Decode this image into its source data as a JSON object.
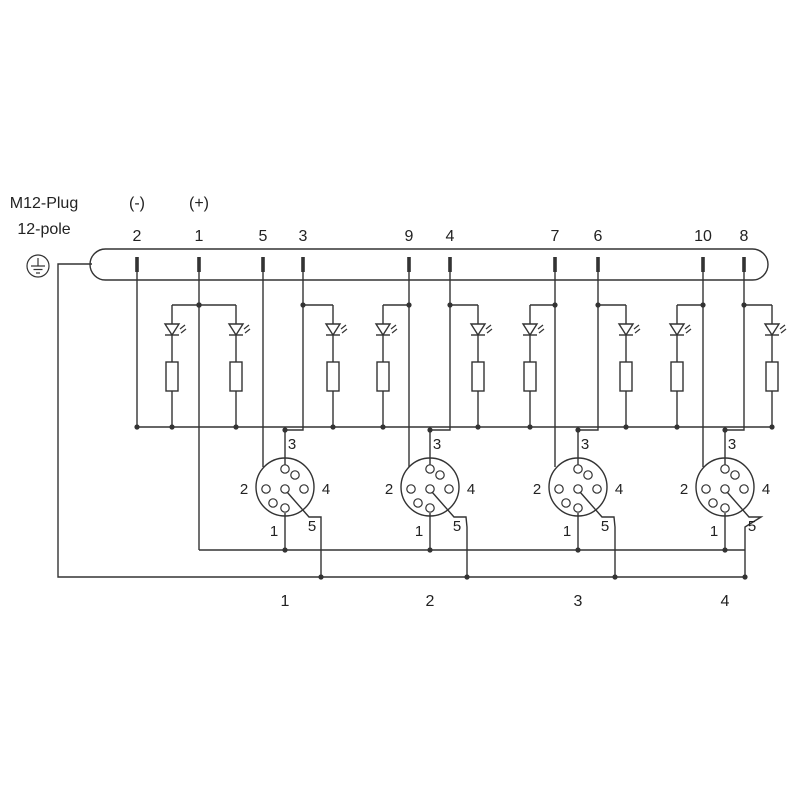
{
  "header": {
    "plug_line1": "M12-Plug",
    "plug_line2": "12-pole",
    "minus_label": "(-)",
    "plus_label": "(+)"
  },
  "plug_pins": [
    "2",
    "1",
    "5",
    "3",
    "9",
    "4",
    "7",
    "6",
    "10",
    "8"
  ],
  "socket_pins": [
    "1",
    "2",
    "3",
    "4",
    "5"
  ],
  "port_labels": [
    "1",
    "2",
    "3",
    "4"
  ],
  "colors": {
    "line": "#333333",
    "background": "#ffffff"
  },
  "icons": {
    "ground": "earth-ground-icon",
    "led": "led-icon",
    "resistor": "resistor-icon",
    "socket": "m12-socket-icon"
  }
}
